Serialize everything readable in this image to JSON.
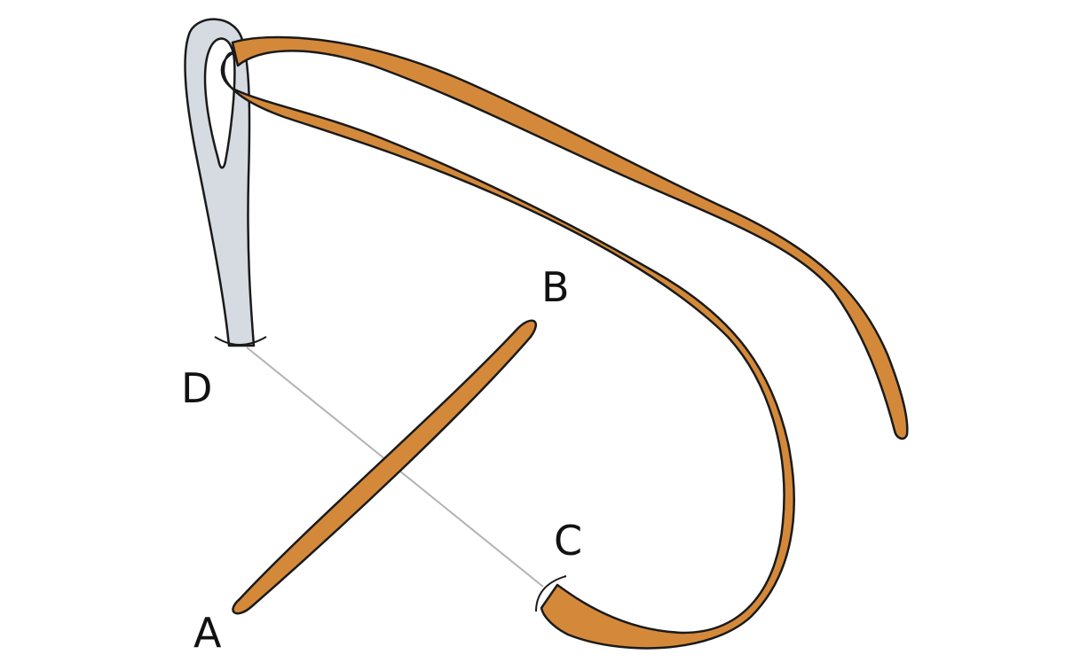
{
  "diagram": {
    "points": {
      "a": "A",
      "b": "B",
      "c": "C",
      "d": "D"
    },
    "colors": {
      "thread": "#d4893a",
      "needle": "#d5dbe1",
      "outline": "#1a1a1a",
      "guide_line": "#b3b3b3",
      "background": "#ffffff"
    },
    "elements": [
      "needle-icon",
      "thread-stitch",
      "working-thread",
      "guide-line"
    ]
  }
}
